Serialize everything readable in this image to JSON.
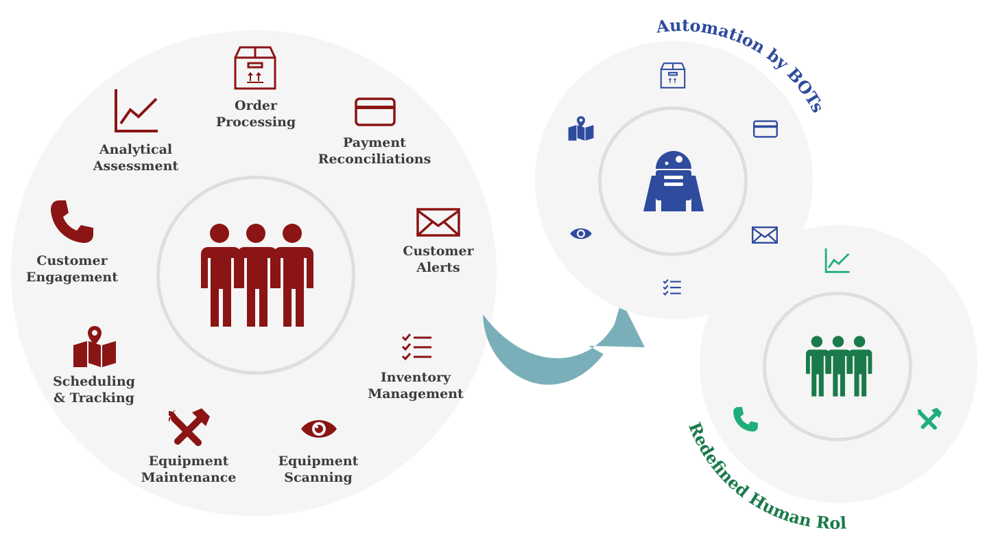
{
  "left_panel": {
    "tasks": [
      {
        "key": "order",
        "line1": "Order",
        "line2": "Processing",
        "icon": "box-icon"
      },
      {
        "key": "payment",
        "line1": "Payment",
        "line2": "Reconciliations",
        "icon": "credit-card-icon"
      },
      {
        "key": "alerts",
        "line1": "Customer",
        "line2": "Alerts",
        "icon": "envelope-icon"
      },
      {
        "key": "inventory",
        "line1": "Inventory",
        "line2": "Management",
        "icon": "checklist-icon"
      },
      {
        "key": "scanning",
        "line1": "Equipment",
        "line2": "Scanning",
        "icon": "eye-icon"
      },
      {
        "key": "maintenance",
        "line1": "Equipment",
        "line2": "Maintenance",
        "icon": "tools-icon"
      },
      {
        "key": "scheduling",
        "line1": "Scheduling",
        "line2": "& Tracking",
        "icon": "map-pin-icon"
      },
      {
        "key": "engagement",
        "line1": "Customer",
        "line2": "Engagement",
        "icon": "phone-icon"
      },
      {
        "key": "analytical",
        "line1": "Analytical",
        "line2": "Assessment",
        "icon": "line-chart-icon"
      }
    ],
    "center_icon": "people-group-icon",
    "color": "#8b1414"
  },
  "bots_panel": {
    "title": "Automation by BOTs",
    "center_icon": "robot-icon",
    "color": "#2e4b9e"
  },
  "human_panel": {
    "title": "Redefined Human Roles",
    "center_icon": "people-group-icon",
    "color": "#1a7a4a"
  },
  "arrow": {
    "color": "#7aafba"
  }
}
